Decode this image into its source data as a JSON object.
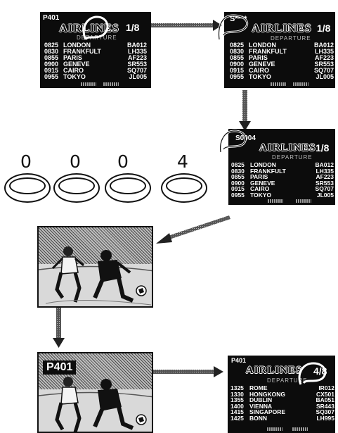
{
  "screen_a": {
    "page": "P401",
    "title": "AIRLINES",
    "counter": "1/8",
    "subtitle": "DEPARTURE",
    "rows": [
      {
        "time": "0825",
        "city": "LONDON",
        "flight": "BA012"
      },
      {
        "time": "0830",
        "city": "FRANKFULT",
        "flight": "LH335"
      },
      {
        "time": "0855",
        "city": "PARIS",
        "flight": "AF223"
      },
      {
        "time": "0900",
        "city": "GENEVE",
        "flight": "SR553"
      },
      {
        "time": "0915",
        "city": "CAIRO",
        "flight": "SQ707"
      },
      {
        "time": "0955",
        "city": "TOKYO",
        "flight": "JL005"
      }
    ]
  },
  "screen_b": {
    "page": "S****",
    "title": "AIRLINES",
    "counter": "1/8",
    "subtitle": "DEPARTURE",
    "rows": [
      {
        "time": "0825",
        "city": "LONDON",
        "flight": "BA012"
      },
      {
        "time": "0830",
        "city": "FRANKFULT",
        "flight": "LH335"
      },
      {
        "time": "0855",
        "city": "PARIS",
        "flight": "AF223"
      },
      {
        "time": "0900",
        "city": "GENEVE",
        "flight": "SR553"
      },
      {
        "time": "0915",
        "city": "CAIRO",
        "flight": "SQ707"
      },
      {
        "time": "0955",
        "city": "TOKYO",
        "flight": "JL005"
      }
    ]
  },
  "screen_c": {
    "page": "S0004",
    "title": "AIRLINES",
    "counter": "1/8",
    "subtitle": "DEPARTURE",
    "rows": [
      {
        "time": "0825",
        "city": "LONDON",
        "flight": "BA012"
      },
      {
        "time": "0830",
        "city": "FRANKFULT",
        "flight": "LH335"
      },
      {
        "time": "0855",
        "city": "PARIS",
        "flight": "AF223"
      },
      {
        "time": "0900",
        "city": "GENEVE",
        "flight": "SR553"
      },
      {
        "time": "0915",
        "city": "CAIRO",
        "flight": "SQ707"
      },
      {
        "time": "0955",
        "city": "TOKYO",
        "flight": "JL005"
      }
    ]
  },
  "keys": {
    "digits": [
      "0",
      "0",
      "0",
      "4"
    ]
  },
  "tv_overlay": {
    "page": "P401"
  },
  "screen_d": {
    "page": "P401",
    "title": "AIRLINES",
    "counter": "4/8",
    "subtitle": "DEPARTURE",
    "rows": [
      {
        "time": "1325",
        "city": "ROME",
        "flight": "IR012"
      },
      {
        "time": "1330",
        "city": "HONGKONG",
        "flight": "CX501"
      },
      {
        "time": "1355",
        "city": "DUBLIN",
        "flight": "BA051"
      },
      {
        "time": "1400",
        "city": "VIENNA",
        "flight": "SR443"
      },
      {
        "time": "1415",
        "city": "SINGAPORE",
        "flight": "SQ307"
      },
      {
        "time": "1425",
        "city": "BONN",
        "flight": "LH995"
      }
    ]
  }
}
